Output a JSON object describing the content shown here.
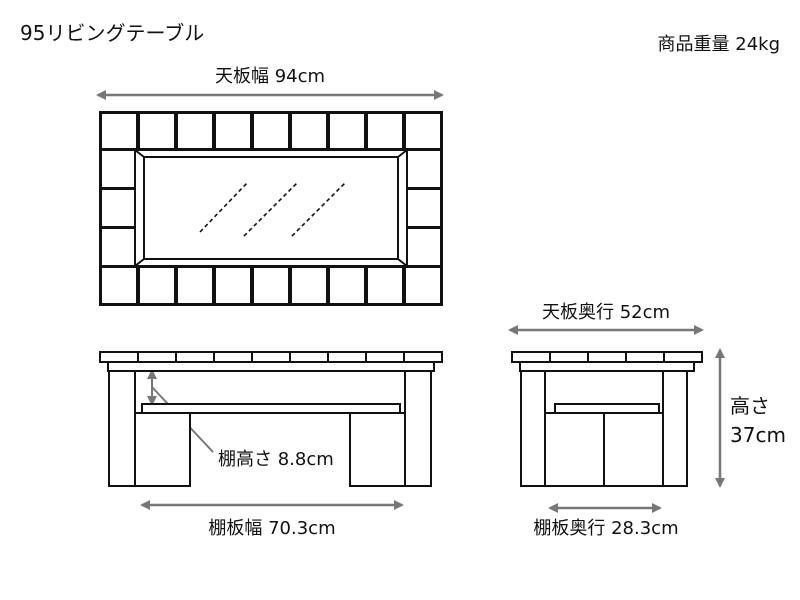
{
  "title": "95リビングテーブル",
  "weight": "商品重量 24kg",
  "top_width": "天板幅 94cm",
  "top_depth": "天板奥行 52cm",
  "height_label_1": "高さ",
  "height_label_2": "37cm",
  "shelf_height": "棚高さ 8.8cm",
  "shelf_width": "棚板幅 70.3cm",
  "shelf_depth": "棚板奥行 28.3cm",
  "colors": {
    "line": "#111111",
    "arrow": "#777777",
    "fill": "#ffffff"
  }
}
